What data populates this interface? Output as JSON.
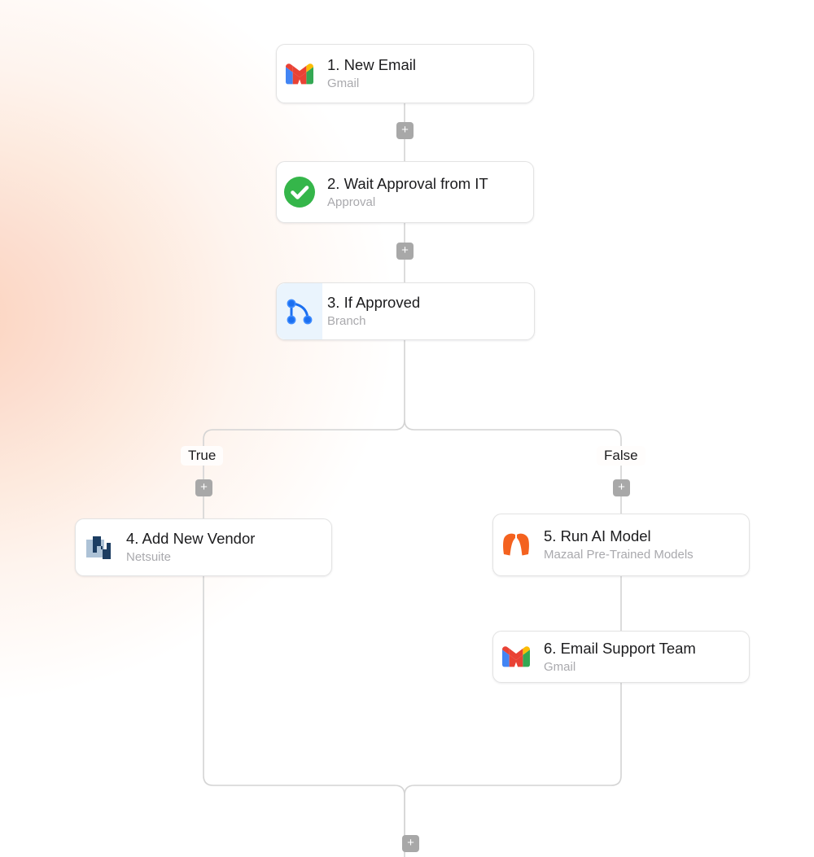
{
  "canvas": {
    "background_accent": "#fbd3bd",
    "connector_color": "#d4d4d4"
  },
  "workflow": {
    "nodes": [
      {
        "id": "node-1",
        "title": "1. New Email",
        "subtitle": "Gmail",
        "icon": "gmail-icon",
        "icon_tint": false
      },
      {
        "id": "node-2",
        "title": "2. Wait Approval from IT",
        "subtitle": "Approval",
        "icon": "approval-check-icon",
        "icon_tint": false
      },
      {
        "id": "node-3",
        "title": "3. If Approved",
        "subtitle": "Branch",
        "icon": "branch-icon",
        "icon_tint": true,
        "icon_tint_color": "#eaf4fd"
      },
      {
        "id": "node-4",
        "title": "4. Add New Vendor",
        "subtitle": "Netsuite",
        "icon": "netsuite-icon",
        "icon_tint": false
      },
      {
        "id": "node-5",
        "title": "5. Run AI Model",
        "subtitle": "Mazaal Pre-Trained Models",
        "icon": "mazaal-icon",
        "icon_tint": false
      },
      {
        "id": "node-6",
        "title": "6. Email Support Team",
        "subtitle": "Gmail",
        "icon": "gmail-icon",
        "icon_tint": false
      }
    ],
    "branch_labels": {
      "true": "True",
      "false": "False"
    },
    "add_buttons": {
      "label": "+",
      "after_node_1": "+",
      "after_node_2": "+",
      "true_branch": "+",
      "false_branch": "+",
      "merge": "+"
    },
    "icon_colors": {
      "gmail_red": "#e94235",
      "gmail_blue": "#4285f4",
      "gmail_green": "#34a853",
      "gmail_yellow": "#fbbc05",
      "approval_green": "#35b64a",
      "branch_blue": "#1b6ff0",
      "netsuite_navy": "#1c3d62",
      "netsuite_light": "#adc2d6",
      "mazaal_orange": "#f4621f"
    }
  }
}
